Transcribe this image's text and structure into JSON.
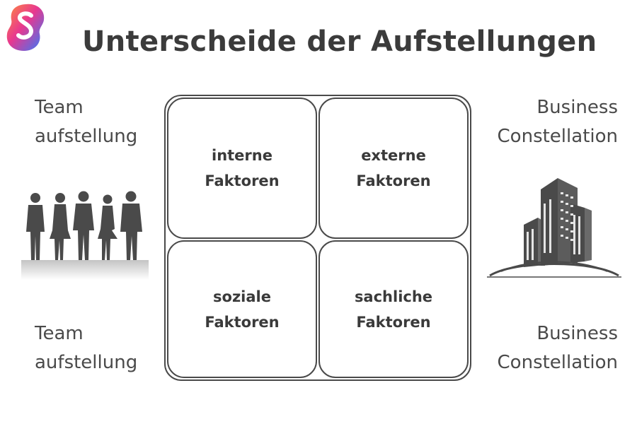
{
  "header": {
    "title": "Unterscheide der Aufstellungen",
    "logo_icon": "s-brand-logo-icon"
  },
  "labels": {
    "left_top": [
      "Team",
      "aufstellung"
    ],
    "left_bottom": [
      "Team",
      "aufstellung"
    ],
    "right_top": [
      "Business",
      "Constellation"
    ],
    "right_bottom": [
      "Business",
      "Constellation"
    ]
  },
  "quadrants": [
    {
      "line1": "interne",
      "line2": "Faktoren"
    },
    {
      "line1": "externe",
      "line2": "Faktoren"
    },
    {
      "line1": "soziale",
      "line2": "Faktoren"
    },
    {
      "line1": "sachliche",
      "line2": "Faktoren"
    }
  ],
  "illustrations": {
    "left": "team-silhouette-icon",
    "right": "office-building-icon"
  },
  "colors": {
    "text": "#3b3b3b",
    "border": "#4a4a4a",
    "logo_gradient": [
      "#ff4d6d",
      "#a64dff",
      "#1e90ff"
    ]
  }
}
